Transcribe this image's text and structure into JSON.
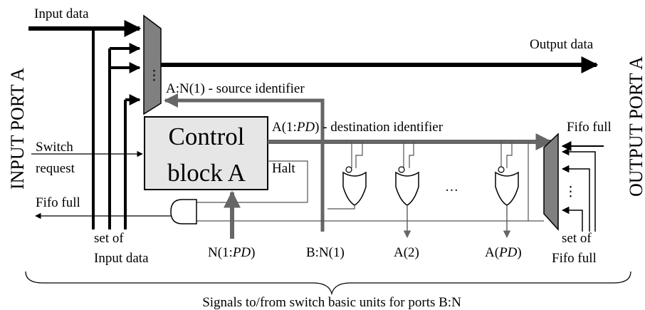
{
  "port_labels": {
    "input": "INPUT PORT A",
    "output": "OUTPUT PORT A"
  },
  "control_block": {
    "line1": "Control",
    "line2": "block A"
  },
  "signals": {
    "input_data": "Input data",
    "output_data": "Output data",
    "source_id": "A:N(1)  - source identifier",
    "dest_id_prefix": "A(1:",
    "dest_id_italic": "PD",
    "dest_id_suffix": ")   - destination identifier",
    "switch_line1": "Switch",
    "switch_line2": "request",
    "halt": "Halt",
    "fifo_full_left": "Fifo full",
    "fifo_full_right": "Fifo full",
    "ellipsis": "…",
    "mux_dots": "⋮"
  },
  "bottom_labels": {
    "set_input_line1": "set of",
    "set_input_line2": "Input data",
    "n_prefix": "N(1:",
    "n_italic": "PD",
    "n_suffix": ")",
    "bn1": "B:N(1)",
    "a2": "A(2)",
    "apd_prefix": "A(",
    "apd_italic": "PD",
    "apd_suffix": ")",
    "set_fifo_line1": "set of",
    "set_fifo_line2": "Fifo full"
  },
  "footer": "Signals to/from switch basic units for ports B:N",
  "colors": {
    "black": "#000000",
    "gray_bus": "#666666",
    "gray_fill": "#808080",
    "block_fill": "#e6e6e6",
    "thin_gray": "#555555"
  }
}
